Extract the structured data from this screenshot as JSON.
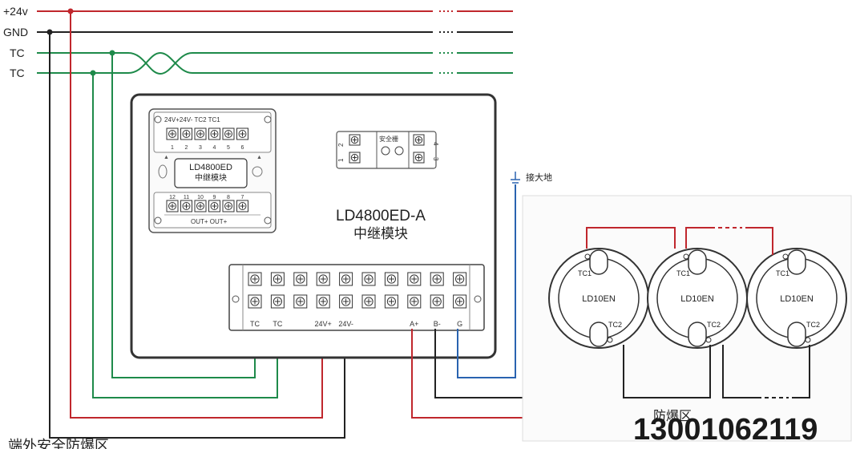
{
  "bus": {
    "p24v": "+24v",
    "gnd": "GND",
    "tc1": "TC",
    "tc2": "TC"
  },
  "module_card": {
    "top_labels": "24V+24V-     TC2  TC1",
    "top_numbers": [
      "1",
      "2",
      "3",
      "4",
      "5",
      "6"
    ],
    "name": "LD4800ED",
    "subname": "中继模块",
    "bottom_numbers": [
      "12",
      "11",
      "10",
      "9",
      "8",
      "7"
    ],
    "bottom_labels": "OUT+ OUT+"
  },
  "barrier": {
    "label": "安全栅",
    "left_numbers": [
      "2",
      "1"
    ],
    "right_numbers": [
      "4",
      "3"
    ]
  },
  "device": {
    "title": "LD4800ED-A",
    "subtitle": "中继模块",
    "terminals": [
      "TC",
      "TC",
      "",
      "24V+",
      "24V-",
      "",
      "",
      "A+",
      "B-",
      "G"
    ]
  },
  "ground": {
    "label": "接大地"
  },
  "detectors": [
    {
      "name": "LD10EN",
      "tc1": "TC1",
      "tc2": "TC2"
    },
    {
      "name": "LD10EN",
      "tc1": "TC1",
      "tc2": "TC2"
    },
    {
      "name": "LD10EN",
      "tc1": "TC1",
      "tc2": "TC2"
    }
  ],
  "zone": {
    "label": "防爆区"
  },
  "footer": {
    "text": "端外安全防爆区"
  },
  "watermark": {
    "text": "13001062119"
  },
  "colors": {
    "red": "#c0272d",
    "black": "#222222",
    "green": "#1e8a4a",
    "blue": "#2a63b0"
  }
}
